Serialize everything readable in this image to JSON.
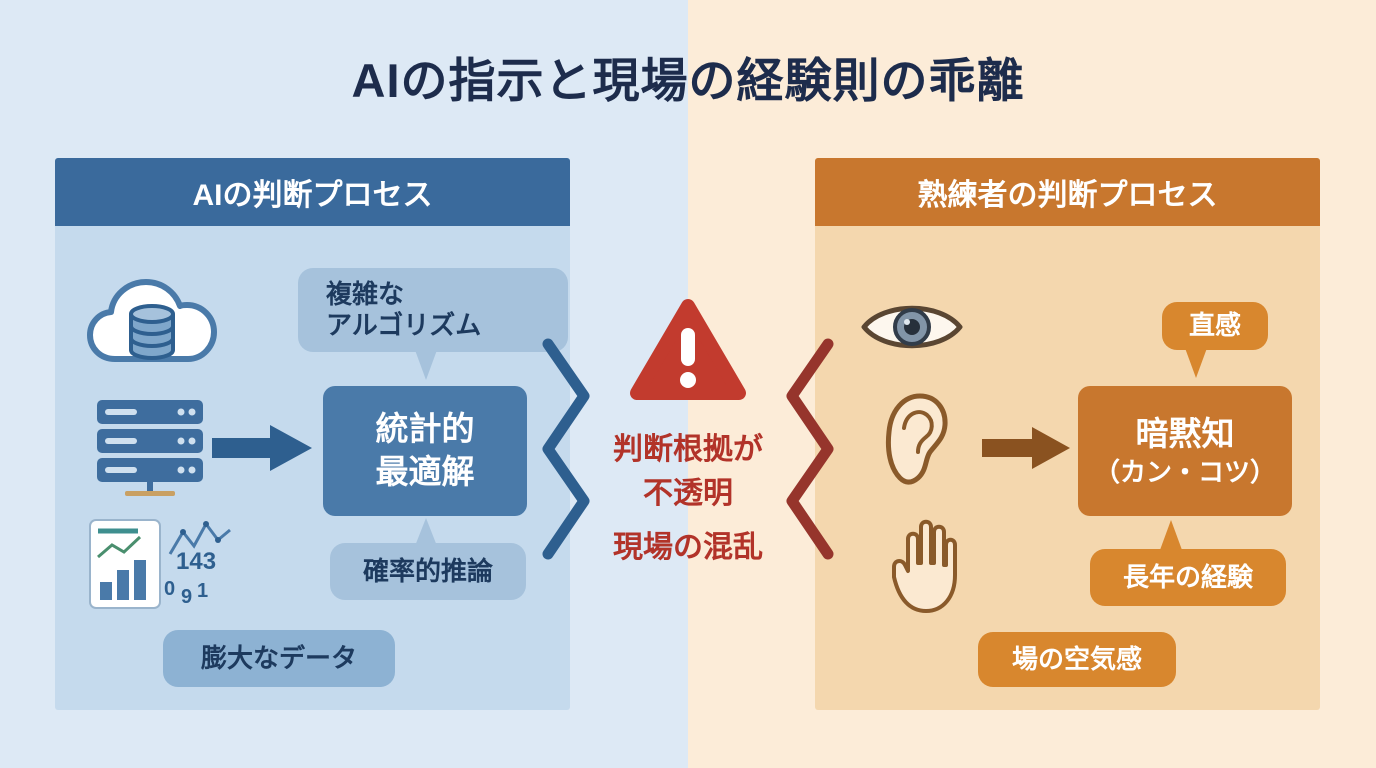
{
  "title": "AIの指示と現場の経験則の乖離",
  "left_panel": {
    "header": "AIの判断プロセス",
    "bubble_algorithm_line1": "複雑な",
    "bubble_algorithm_line2": "アルゴリズム",
    "main_box_line1": "統計的",
    "main_box_line2": "最適解",
    "bubble_inference": "確率的推論",
    "bubble_data": "膨大なデータ",
    "chart_numbers": [
      "143",
      "0",
      "9",
      "1"
    ],
    "icons": [
      "cloud-database-icon",
      "server-icon",
      "charts-icon",
      "arrow-right-icon"
    ]
  },
  "center": {
    "icon": "warning-triangle-icon",
    "text_line1": "判断根拠が",
    "text_line2": "不透明",
    "text_line3": "現場の混乱"
  },
  "right_panel": {
    "header": "熟練者の判断プロセス",
    "bubble_intuition": "直感",
    "main_box_line1": "暗黙知",
    "main_box_line2": "（カン・コツ）",
    "bubble_experience": "長年の経験",
    "bubble_atmosphere": "場の空気感",
    "icons": [
      "eye-icon",
      "ear-icon",
      "hand-icon",
      "arrow-right-icon"
    ]
  },
  "colors": {
    "left_bg": "#dde9f5",
    "right_bg": "#fcecd8",
    "left_header": "#3a6a9c",
    "left_body": "#c5daed",
    "left_main_box": "#4a7aa9",
    "left_bubble": "#a6c2dc",
    "left_bubble_dark": "#8db2d3",
    "right_header": "#c8772e",
    "right_body": "#f4d7ae",
    "right_bubble": "#d8872e",
    "warning_red": "#c23b2e",
    "warning_text": "#b23329",
    "zigzag_left": "#2e5f8f",
    "zigzag_right": "#96352c",
    "title_color": "#1d2c4c"
  }
}
